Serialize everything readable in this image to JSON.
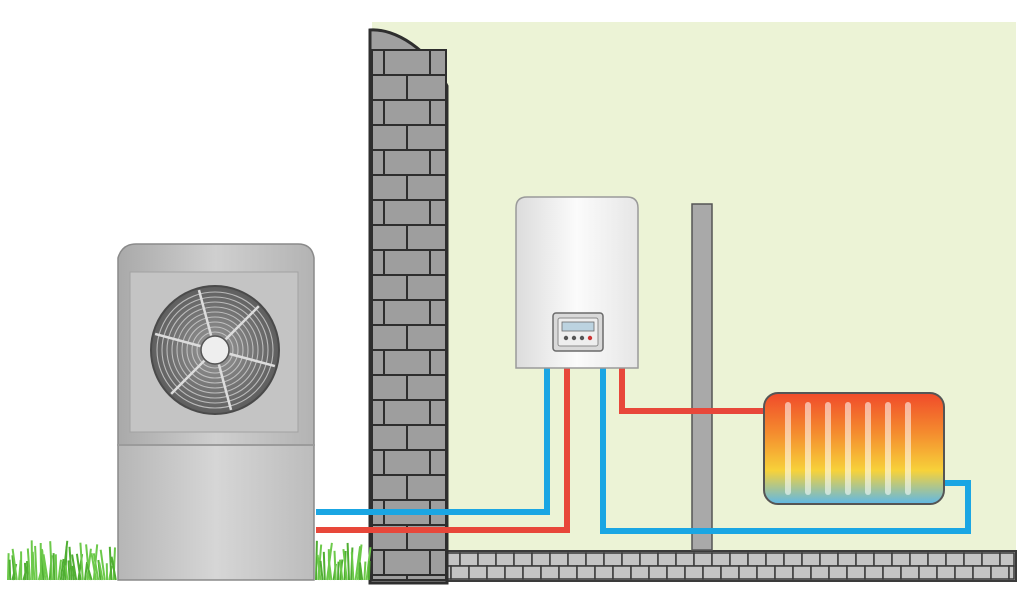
{
  "scene": {
    "components": [
      {
        "id": "outdoor_unit",
        "icon": "heat-pump-outdoor-unit-icon"
      },
      {
        "id": "fan",
        "icon": "fan-icon"
      },
      {
        "id": "indoor_unit",
        "icon": "wall-mounted-indoor-unit-icon"
      },
      {
        "id": "control_panel",
        "icon": "control-panel-icon"
      },
      {
        "id": "radiator",
        "icon": "radiator-icon"
      },
      {
        "id": "brick_wall",
        "icon": "brick-wall-icon"
      },
      {
        "id": "grass",
        "icon": "grass-icon"
      }
    ],
    "colors": {
      "room_background": "#ecf3d6",
      "flow_pipe": "#e8473a",
      "return_pipe": "#1aa6e3",
      "brick_fill": "#9e9e9e",
      "brick_mortar": "#3a3a3a",
      "unit_casing": "#bdbdbd",
      "indoor_unit_casing": "#f2f2f2",
      "grass": "#5bbf3a",
      "radiator_hot": "#f04a2a",
      "radiator_warm": "#f7d23a",
      "radiator_cool": "#5fb8e6"
    }
  }
}
